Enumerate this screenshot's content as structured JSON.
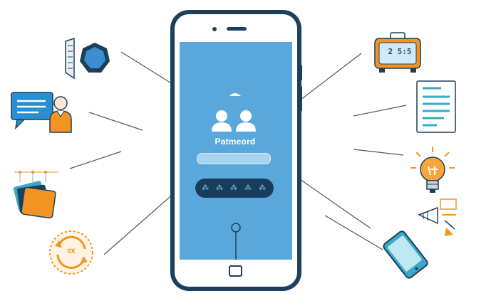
{
  "screen": {
    "title": "Patmeord",
    "password_mask": "⁂ ⁂ ⁂ ⁂ ⁂"
  },
  "clock": {
    "display": "2 5:5"
  },
  "badge": {
    "label": "0X"
  },
  "colors": {
    "phone_frame": "#1c3f5c",
    "screen_blue": "#5aa7db",
    "accent_orange": "#f39322",
    "accent_teal": "#3aa8c6"
  },
  "icons": [
    "shield-ruler-icon",
    "chat-user-icon",
    "document-stack-icon",
    "orange-badge-icon",
    "alarm-clock-icon",
    "document-icon",
    "light-bulb-icon",
    "pen-tools-icon",
    "mobile-phone-icon"
  ]
}
